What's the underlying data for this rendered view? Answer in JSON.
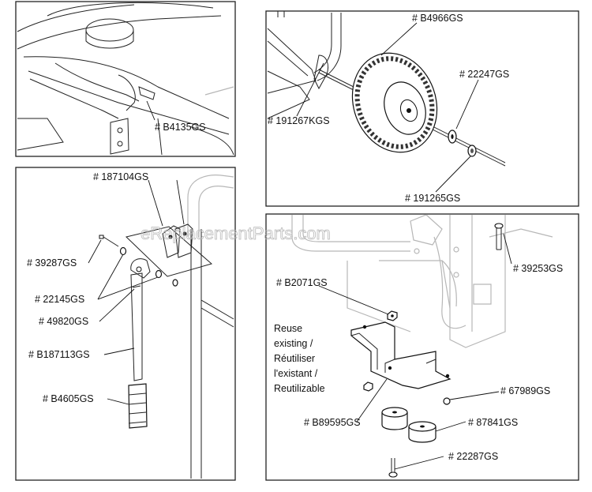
{
  "watermark": "eReplacementParts.com",
  "panel_top_left": {
    "parts": {
      "b4135": "# B4135GS"
    }
  },
  "panel_top_right": {
    "parts": {
      "b4966": "# B4966GS",
      "p22247": "# 22247GS",
      "p191267": "# 191267KGS",
      "p191265": "# 191265GS"
    }
  },
  "panel_bottom_left": {
    "parts": {
      "p187104": "# 187104GS",
      "p39287": "# 39287GS",
      "p22145": "# 22145GS",
      "p49820": "# 49820GS",
      "b187113": "# B187113GS",
      "b4605": "# B4605GS"
    }
  },
  "panel_bottom_right": {
    "parts": {
      "p39253": "# 39253GS",
      "b2071": "# B2071GS",
      "p67989": "# 67989GS",
      "b89595": "# B89595GS",
      "p87841": "# 87841GS",
      "p22287": "# 22287GS"
    },
    "note_lines": [
      "Reuse",
      "existing /",
      "Réutiliser",
      "l'existant /",
      "Reutilizable"
    ]
  }
}
